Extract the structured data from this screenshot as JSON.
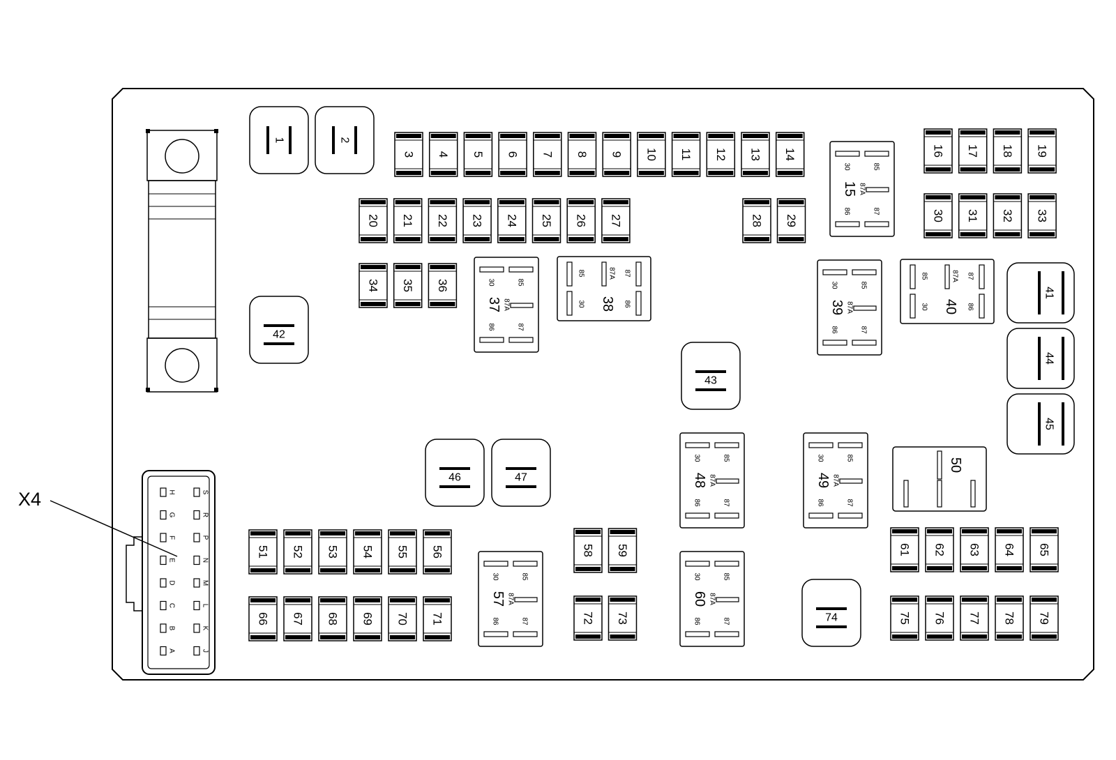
{
  "diagram": {
    "connector_label": "X4",
    "connector_pins_left": [
      "H",
      "G",
      "F",
      "E",
      "D",
      "C",
      "B",
      "A"
    ],
    "connector_pins_right": [
      "S",
      "R",
      "P",
      "N",
      "M",
      "L",
      "K",
      "J"
    ],
    "relay_terminals": [
      "30",
      "85",
      "87A",
      "86",
      "87"
    ],
    "cartridges": [
      "1",
      "2",
      "41",
      "42",
      "43",
      "44",
      "45",
      "46",
      "47",
      "74"
    ],
    "relays_vertical": [
      "15",
      "37",
      "39",
      "48",
      "49",
      "57",
      "60"
    ],
    "relays_horizontal": [
      "38",
      "40"
    ],
    "relay_large": "50",
    "fuses_row_top": [
      "3",
      "4",
      "5",
      "6",
      "7",
      "8",
      "9",
      "10",
      "11",
      "12",
      "13",
      "14"
    ],
    "fuses_row_2": [
      "20",
      "21",
      "22",
      "23",
      "24",
      "25",
      "26",
      "27"
    ],
    "fuses_pair_2": [
      "28",
      "29"
    ],
    "fuses_right_top": [
      "16",
      "17",
      "18",
      "19"
    ],
    "fuses_right_2": [
      "30",
      "31",
      "32",
      "33"
    ],
    "fuses_row_3": [
      "34",
      "35",
      "36"
    ],
    "fuses_bottom_a": [
      "51",
      "52",
      "53",
      "54",
      "55",
      "56"
    ],
    "fuses_bottom_b": [
      "66",
      "67",
      "68",
      "69",
      "70",
      "71"
    ],
    "fuses_mid_a": [
      "58",
      "59"
    ],
    "fuses_mid_b": [
      "72",
      "73"
    ],
    "fuses_right_a": [
      "61",
      "62",
      "63",
      "64",
      "65"
    ],
    "fuses_right_b": [
      "75",
      "76",
      "77",
      "78",
      "79"
    ]
  }
}
